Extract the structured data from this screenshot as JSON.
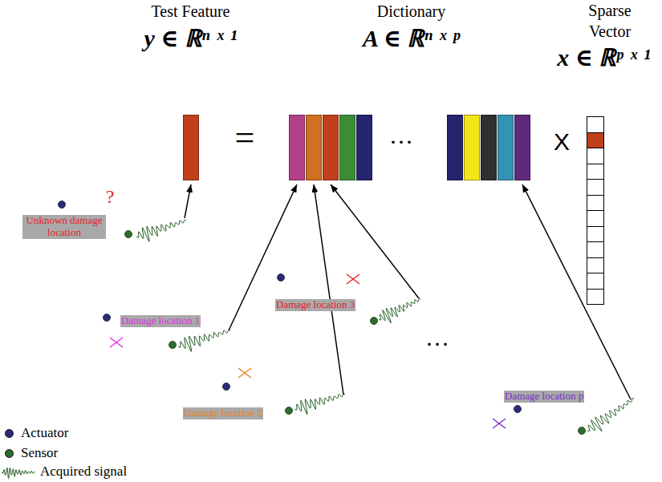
{
  "diagram": {
    "nodes": [
      {
        "text": [
          "Test Feature",
          "y ∈ ℝⁿ ˣ ¹"
        ]
      },
      {
        "text": [
          "Dictionary",
          "A ∈ ℝⁿ ˣ ᵖ"
        ]
      },
      {
        "text": [
          "Sparse Vector",
          "x ∈ ℝᵖ ˣ ¹"
        ]
      },
      {
        "text": [
          "?",
          "Unknown damage location"
        ]
      },
      {
        "text": [
          "Damage location 1"
        ]
      },
      {
        "text": [
          "Damage location 2"
        ]
      },
      {
        "text": [
          "Damage location 3"
        ]
      },
      {
        "text": [
          "Damage location p"
        ]
      }
    ],
    "edges": [
      {
        "from": 3,
        "to": 0,
        "arrow": "to"
      },
      {
        "from": 4,
        "to": 1,
        "arrow": "to"
      },
      {
        "from": 5,
        "to": 1,
        "arrow": "to"
      },
      {
        "from": 6,
        "to": 1,
        "arrow": "to"
      },
      {
        "from": 7,
        "to": 1,
        "arrow": "to"
      }
    ],
    "labels": [
      "=",
      "X",
      "···",
      "···"
    ],
    "legend": [
      {
        "text": "Actuator",
        "color": "#2b2b7a"
      },
      {
        "text": "Sensor",
        "color": "#2f6d2f"
      },
      {
        "text": "Acquired signal"
      }
    ]
  }
}
